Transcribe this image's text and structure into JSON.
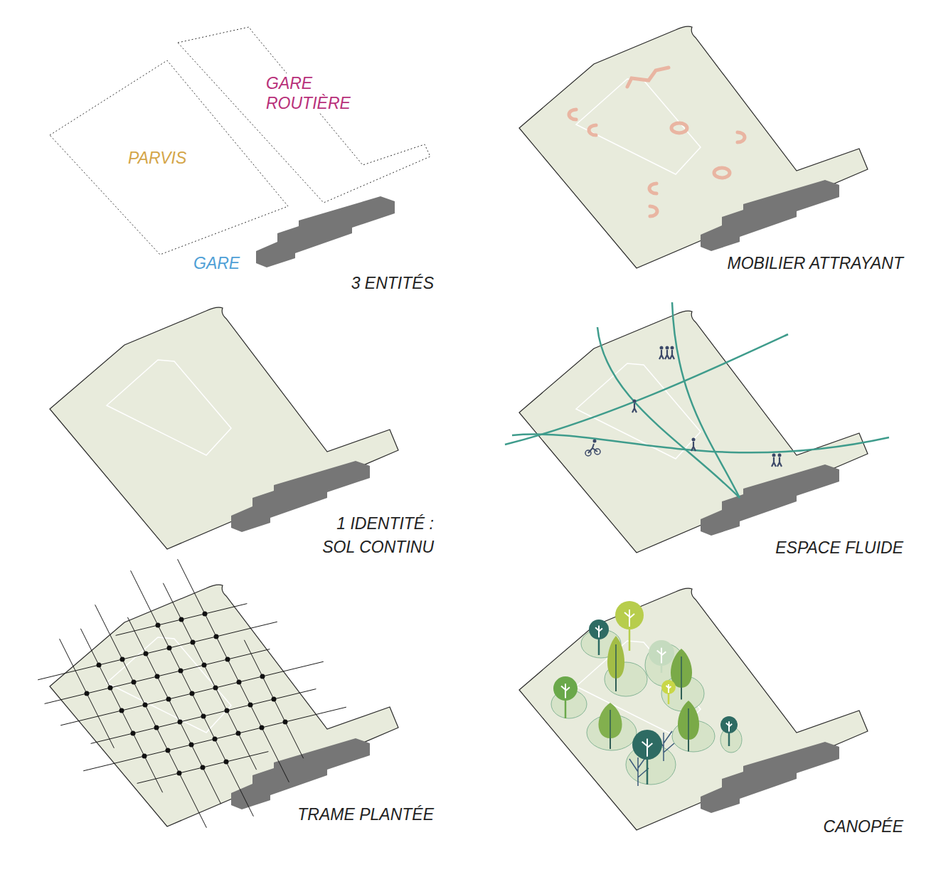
{
  "diagram": {
    "nodes": [
      {
        "text": [
          "GARE ROUTIÈRE"
        ]
      },
      {
        "text": [
          "PARVIS"
        ]
      }
    ],
    "labels": [
      "GARE",
      "3 ENTITÉS",
      "MOBILIER ATTRAYANT",
      "1 IDENTITÉ : SOL CONTINU",
      "ESPACE FLUIDE",
      "TRAME PLANTÉE",
      "CANOPÉE"
    ]
  }
}
